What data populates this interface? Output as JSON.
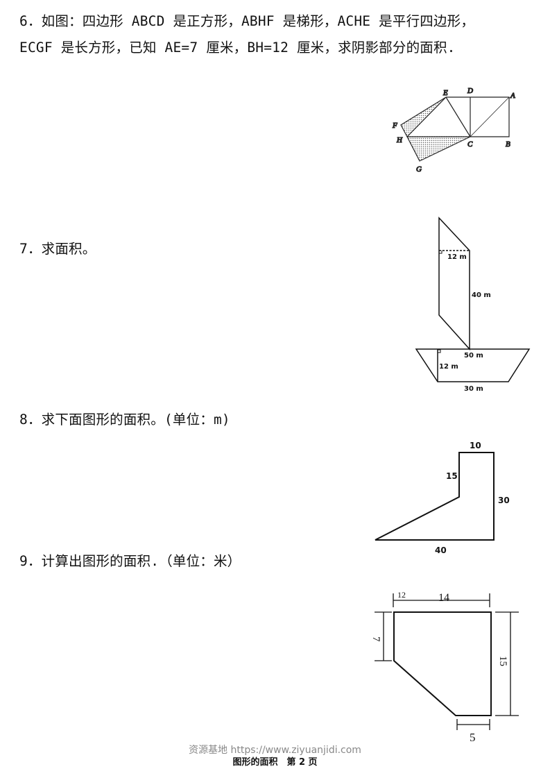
{
  "questions": [
    {
      "line1": "6．如图：四边形 ABCD 是正方形，ABHF 是梯形，ACHE 是平行四边形，",
      "line2": "ECGF 是长方形，已知 AE=7 厘米，BH=12 厘米，求阴影部分的面积."
    },
    {
      "line1": "7．求面积。"
    },
    {
      "line1": "8．求下面图形的面积。(单位：m)"
    },
    {
      "line1": "9．计算出图形的面积.（单位：米）"
    }
  ],
  "fig6": {
    "labels": [
      "E",
      "D",
      "A",
      "F",
      "H",
      "C",
      "B",
      "G"
    ]
  },
  "fig7": {
    "labels": [
      "12 m",
      "40 m",
      "50 m",
      "12 m",
      "30 m"
    ]
  },
  "fig8": {
    "labels": [
      "10",
      "15",
      "30",
      "40"
    ]
  },
  "fig9": {
    "labels": [
      "12",
      "14",
      "7",
      "15",
      "5"
    ]
  },
  "footer": {
    "watermark": "资源基地 https://www.ziyuanjidi.com",
    "page": "图形的面积　第 2 页"
  }
}
